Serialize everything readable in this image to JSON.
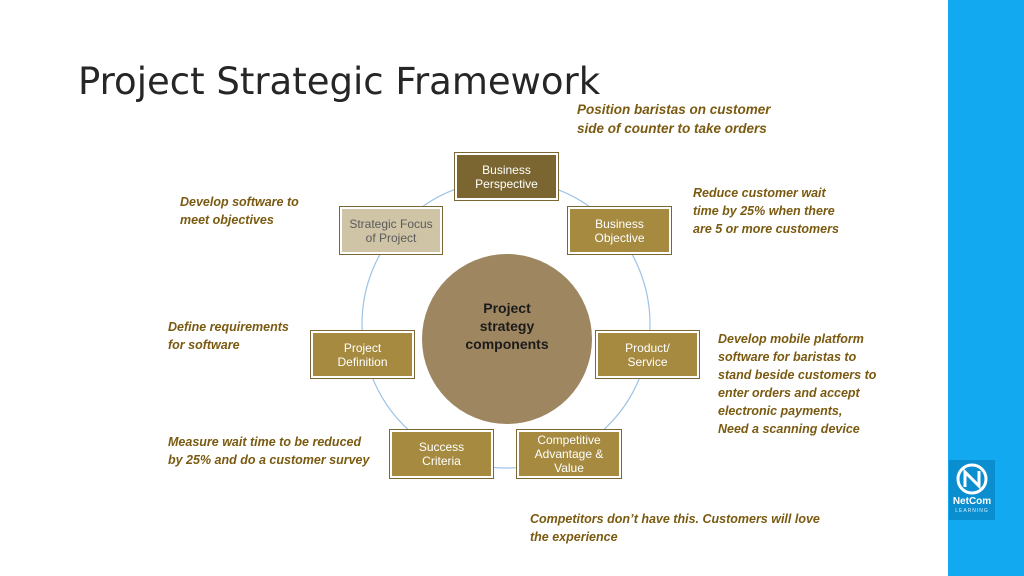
{
  "title": "Project Strategic Framework",
  "center": {
    "label": "Project\nstrategy\ncomponents"
  },
  "nodes": {
    "business_perspective": "Business\nPerspective",
    "business_objective": "Business\nObjective",
    "product_service": "Product/\nService",
    "competitive_advantage": "Competitive\nAdvantage &\nValue",
    "success_criteria": "Success\nCriteria",
    "project_definition": "Project\nDefinition",
    "strategic_focus": "Strategic Focus\nof Project"
  },
  "notes": {
    "business_perspective": "Position baristas on customer\nside of counter to take orders",
    "business_objective": "Reduce customer  wait\ntime by 25% when there\nare 5 or more customers",
    "product_service": "Develop mobile platform\nsoftware for baristas to\nstand beside customers  to\nenter orders and accept\nelectronic payments,\nNeed a scanning device",
    "competitive_advantage": "Competitors don’t have this. Customers will love\nthe experience",
    "success_criteria": "Measure wait time to be reduced\nby 25% and do a customer survey",
    "project_definition": "Define requirements\nfor software",
    "strategic_focus": "Develop software to\nmeet objectives"
  },
  "logo": {
    "name": "NetCom",
    "tagline": "LEARNING"
  },
  "colors": {
    "accent_bar": "#12a9f0",
    "node_dark": "#7b6631",
    "node_mid": "#a58a3f",
    "node_light": "#cfc4a6",
    "center": "#9e8660",
    "note_text": "#7a5a10",
    "ring": "#9dc3e6"
  }
}
